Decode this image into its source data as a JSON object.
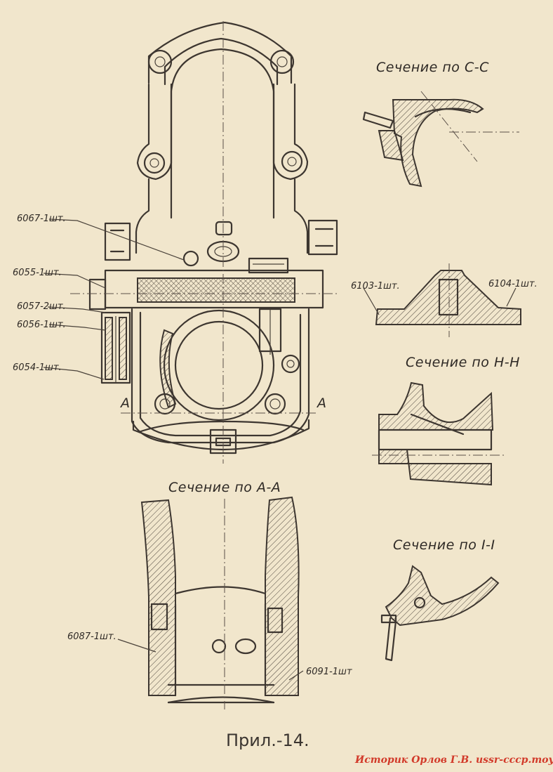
{
  "section_titles": {
    "c_c": "Сечение по С-С",
    "h_h": "Сечение по Н-Н",
    "a_a": "Сечение по А-А",
    "i_i": "Сечение по I-I"
  },
  "part_labels": {
    "p6067": "6067-1шт.",
    "p6055": "6055-1шт.",
    "p6057": "6057-2шт.",
    "p6056": "6056-1шт.",
    "p6054": "6054-1шт.",
    "p6103": "6103-1шт.",
    "p6104": "6104-1шт.",
    "p6087": "6087-1шт.",
    "p6091": "6091-1шт"
  },
  "section_marks": {
    "a_left": "A",
    "a_right": "A"
  },
  "caption": "Прил.-14.",
  "watermark": "Историк Орлов Г.В. ussr-cccp.moy.su",
  "colors": {
    "paper": "#f1e6cc",
    "ink": "#3d3630",
    "watermark": "#d23a2a"
  }
}
